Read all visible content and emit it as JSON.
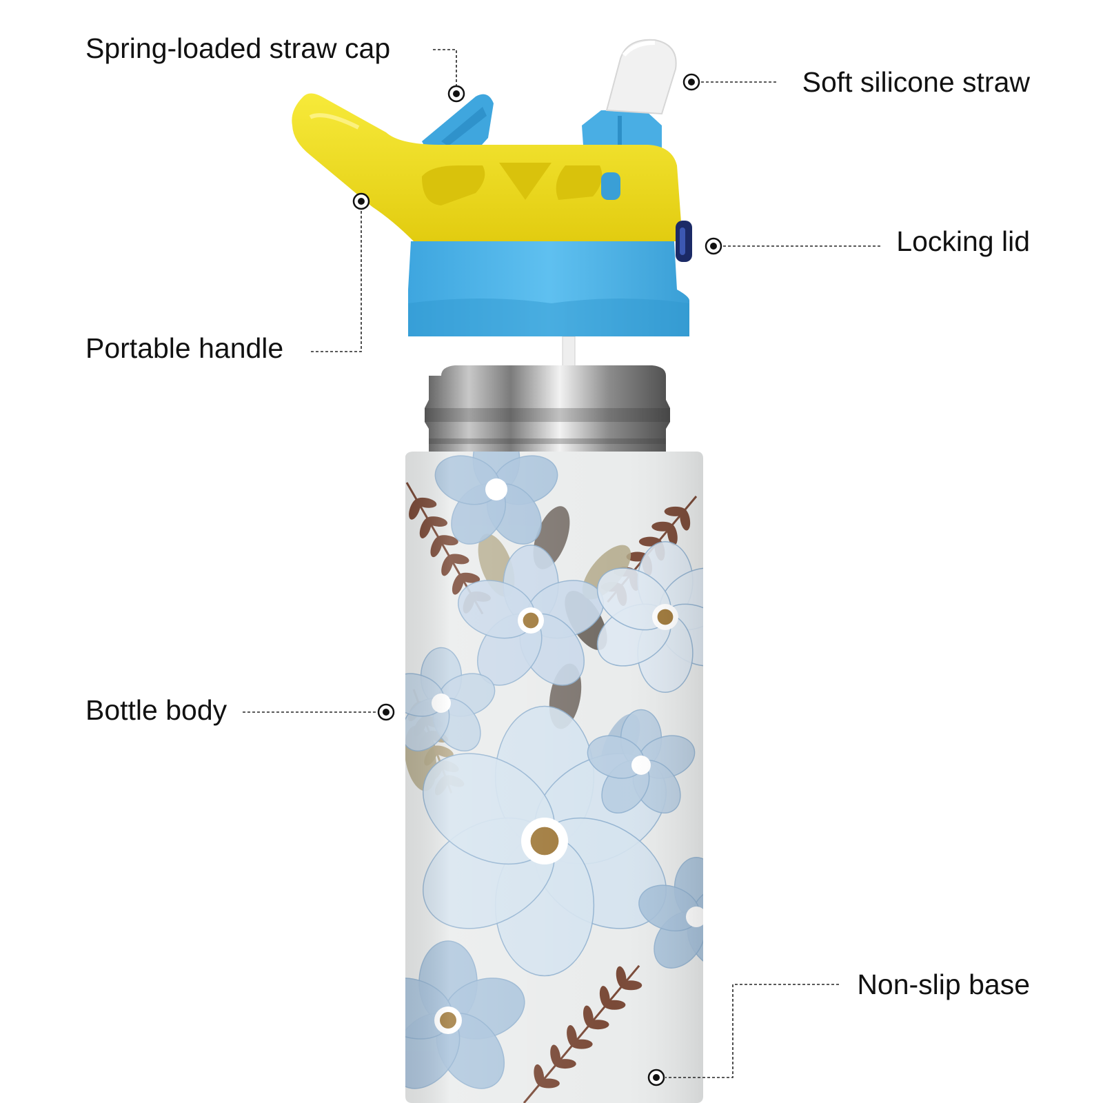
{
  "callouts": {
    "straw_cap": "Spring-loaded straw cap",
    "silicone_straw": "Soft silicone straw",
    "locking_lid": "Locking lid",
    "portable_handle": "Portable handle",
    "bottle_body": "Bottle body",
    "non_slip_base": "Non-slip base"
  },
  "colors": {
    "lid_yellow": "#f3e11e",
    "lid_blue": "#4eb3e8",
    "steel": "#9a9a9a",
    "body_bg": "#eaecec",
    "flower_blue": "#a9c3dc",
    "leaf_brown": "#7a4a38",
    "flower_center": "#a07a3c",
    "callout_line": "#222222"
  }
}
